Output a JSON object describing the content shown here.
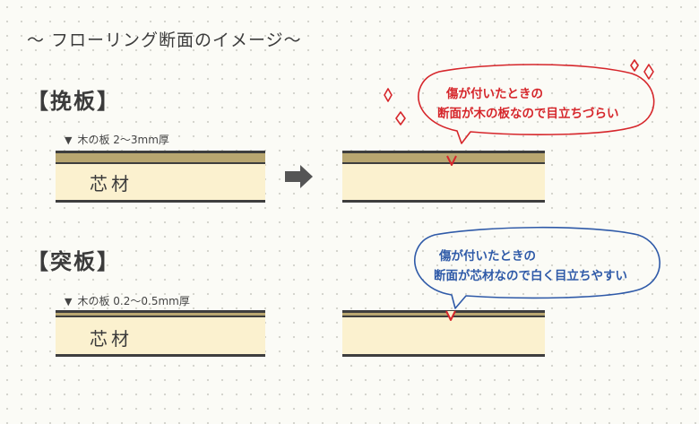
{
  "title": "〜 フローリング断面のイメージ〜",
  "sections": [
    {
      "label": "【挽板】",
      "note": "木の板 2〜3mm厚",
      "core_label": "芯材",
      "bubble_line1": "傷が付いたときの",
      "bubble_line2": "断面が木の板なので目立ちづらい"
    },
    {
      "label": "【突板】",
      "note": "木の板 0.2〜0.5mm厚",
      "core_label": "芯材",
      "bubble_line1": "傷が付いたときの",
      "bubble_line2": "断面が芯材なので白く目立ちやすい"
    }
  ],
  "colors": {
    "veneer": "#b8a670",
    "core": "#fbf1cf",
    "line": "#3e3e3e",
    "red": "#d6262b",
    "blue": "#2f5aa8",
    "arrow": "#555555"
  },
  "icons": [
    "arrow-right-icon",
    "sparkle-icon",
    "triangle-down-icon",
    "damage-notch-icon"
  ]
}
